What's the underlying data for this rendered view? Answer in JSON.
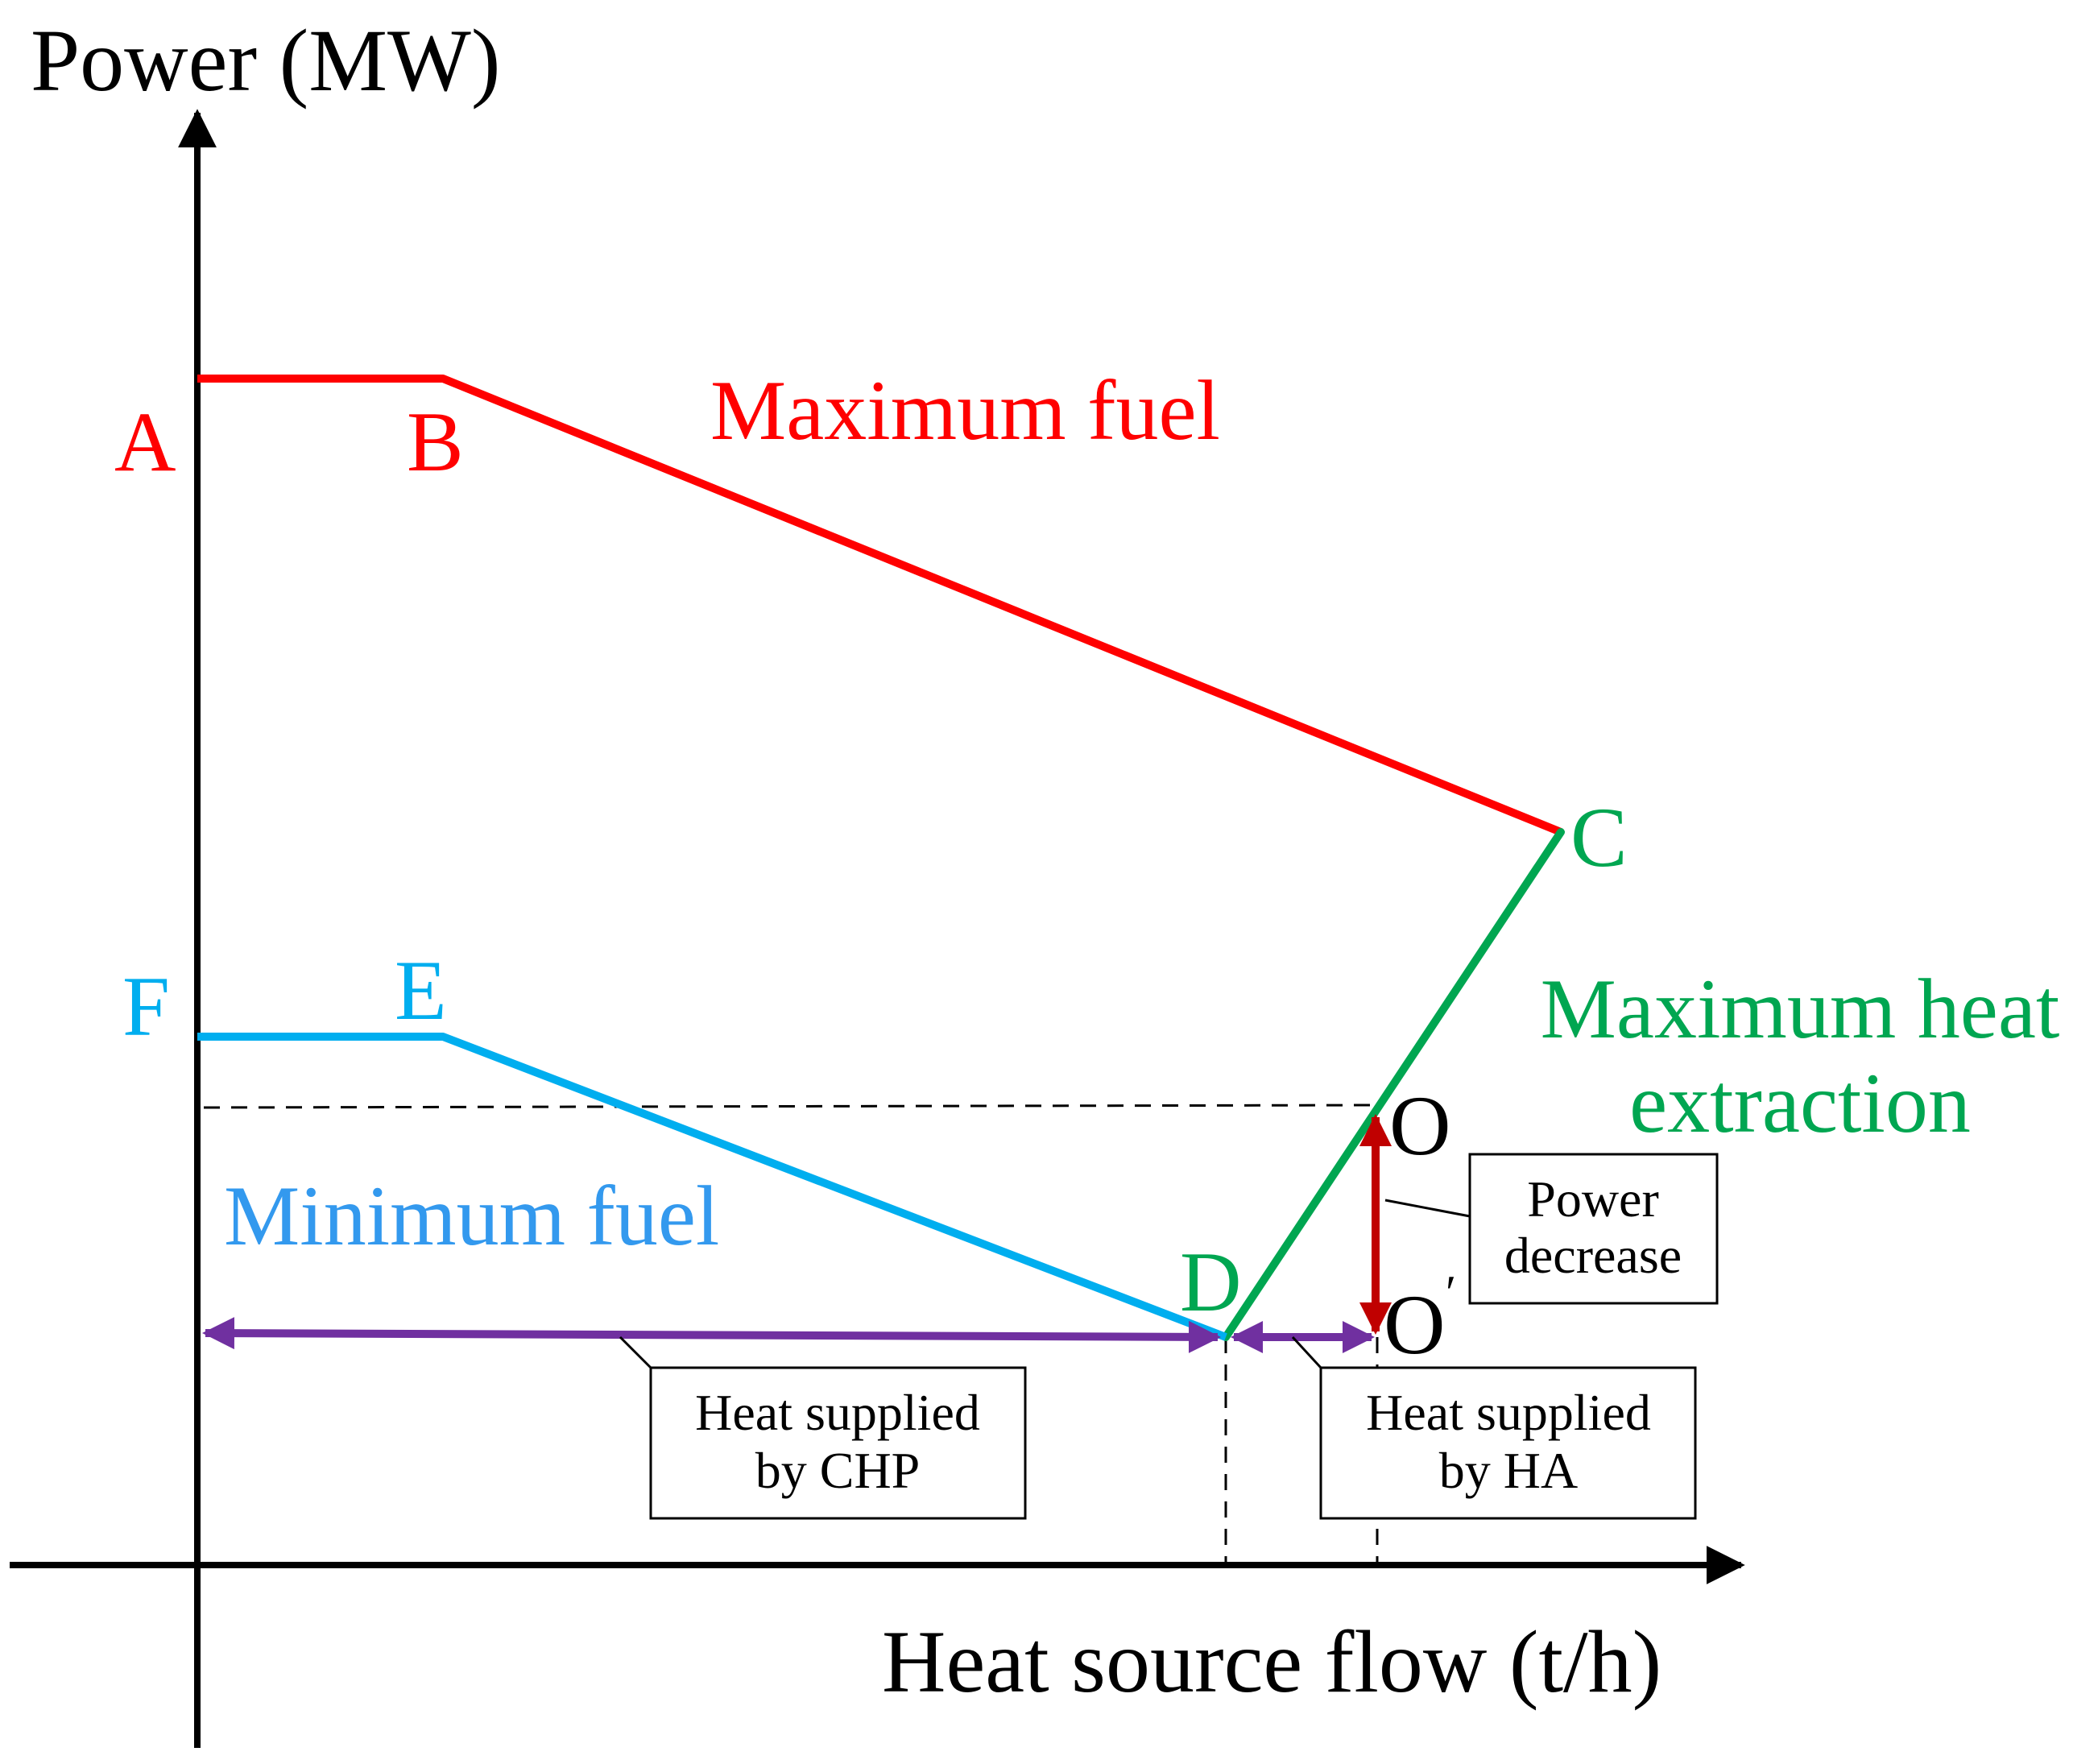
{
  "axes": {
    "y_title": "Power (MW)",
    "x_title": "Heat source flow (t/h)"
  },
  "points": {
    "A": "A",
    "B": "B",
    "C": "C",
    "D": "D",
    "E": "E",
    "F": "F",
    "O": "O",
    "O_prime": "O",
    "prime": "′"
  },
  "curves": {
    "max_fuel": "Maximum fuel",
    "min_fuel": "Minimum fuel",
    "max_heat_line1": "Maximum heat",
    "max_heat_line2": "extraction"
  },
  "callouts": {
    "power_decrease_1": "Power",
    "power_decrease_2": "decrease",
    "chp_1": "Heat supplied",
    "chp_2": "by CHP",
    "ha_1": "Heat supplied",
    "ha_2": "by HA"
  },
  "colors": {
    "max_fuel": "#ff0000",
    "max_heat": "#00a651",
    "min_fuel": "#00aeef",
    "min_fuel_text": "#3399ee",
    "purple": "#7030a0",
    "power_decrease": "#c00000",
    "axis": "#000000"
  }
}
